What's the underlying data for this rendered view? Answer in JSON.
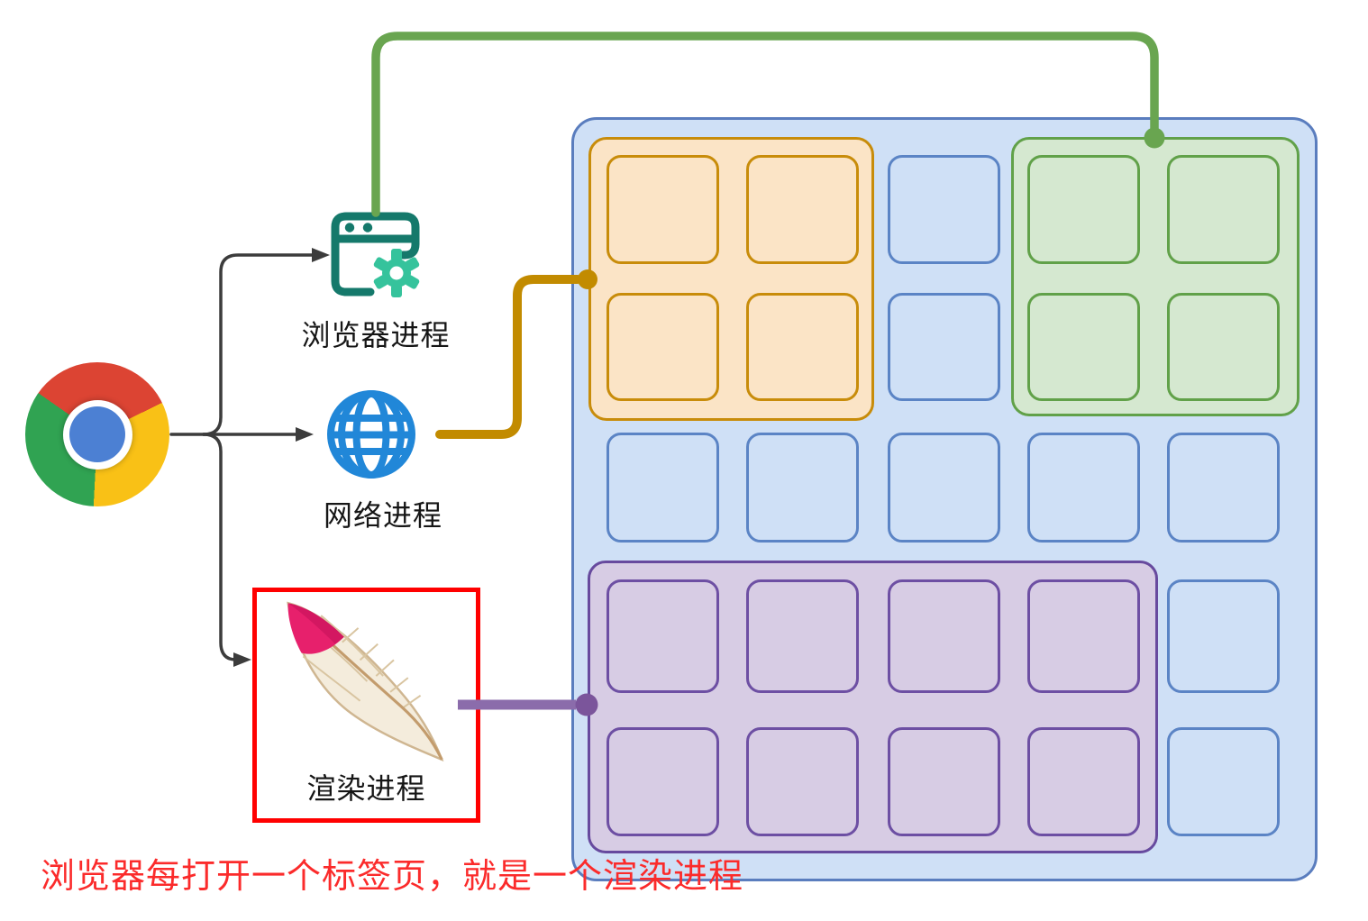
{
  "labels": {
    "browser_process": "浏览器进程",
    "network_process": "网络进程",
    "render_process": "渲染进程"
  },
  "caption": {
    "text": "浏览器每打开一个标签页，就是一个渲染进程"
  },
  "icons": {
    "chrome": "chrome-logo",
    "browser_process": "browser-window-gear-icon",
    "network_process": "globe-icon",
    "render_process": "feather-icon"
  },
  "colors": {
    "container_fill": "#cfe0f6",
    "container_border": "#5a7dbe",
    "cell_borders": {
      "o": "#c88c0a",
      "b": "#5b84c5",
      "g": "#61a149",
      "p": "#6d4fa3"
    },
    "groups": {
      "orange": {
        "fill": "#fbe4c6",
        "border": "#c88c0a"
      },
      "green": {
        "fill": "#d5e8d0",
        "border": "#61a149"
      },
      "purple": {
        "fill": "#d7cce4",
        "border": "#674a9e"
      }
    },
    "connectors": {
      "green": "#69a550",
      "orange": "#c28b00",
      "purple": "#8b6cab",
      "purple_dot": "#7b559b",
      "arrow": "#3c3c3c"
    },
    "highlight_box": "#ff0000",
    "caption": "#fb2b2b",
    "chrome": {
      "red": "#dc4433",
      "yellow": "#f9c116",
      "green": "#30a352",
      "blue": "#4c80d3"
    },
    "icon_colors": {
      "browser_frame": "#15796b",
      "gear": "#35c39c",
      "globe": "#2187d8",
      "feather_vane": "#f4ecdc",
      "feather_tip": "#e7206c"
    }
  },
  "grid": {
    "rows": 5,
    "cols": 5,
    "legend": {
      "o": "orange",
      "b": "blue",
      "g": "green",
      "p": "purple"
    },
    "cells": [
      "oobgg",
      "oobgg",
      "bbbbb",
      "ppppb",
      "ppppb"
    ],
    "groups": [
      {
        "id": "orange"
      },
      {
        "id": "green"
      },
      {
        "id": "purple"
      }
    ]
  }
}
